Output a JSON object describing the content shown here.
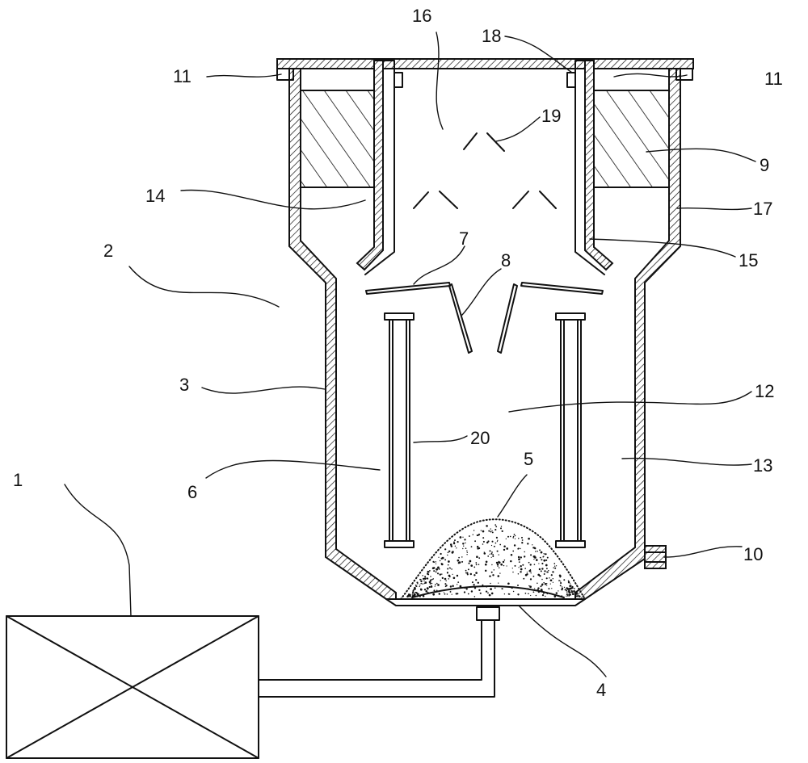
{
  "colors": {
    "stroke": "#111111",
    "background": "#ffffff"
  },
  "labels": {
    "n1": "1",
    "n2": "2",
    "n3": "3",
    "n4": "4",
    "n5": "5",
    "n6": "6",
    "n7": "7",
    "n8": "8",
    "n9": "9",
    "n10": "10",
    "n11_left": "11",
    "n11_right": "11",
    "n12": "12",
    "n13": "13",
    "n14": "14",
    "n15": "15",
    "n16": "16",
    "n17": "17",
    "n18": "18",
    "n19": "19",
    "n20": "20"
  }
}
